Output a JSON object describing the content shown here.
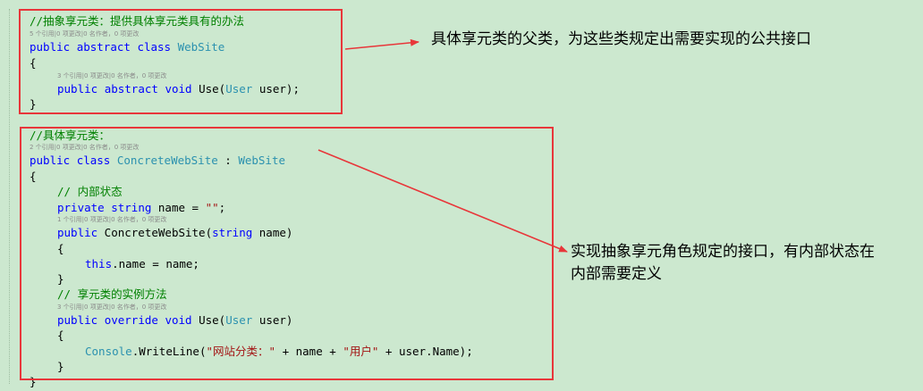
{
  "block1": {
    "comment": "//抽象享元类：提供具体享元类具有的办法",
    "meta_class": "5 个引用|0 项更改|0 名作者，0 项更改",
    "class_kw1": "public",
    "class_kw2": "abstract",
    "class_kw3": "class",
    "class_name": "WebSite",
    "open_brace": "{",
    "meta_method": "3 个引用|0 项更改|0 名作者，0 项更改",
    "method_kw1": "public",
    "method_kw2": "abstract",
    "method_kw3": "void",
    "method_name": "Use(",
    "param_type": "User",
    "param_rest": " user);",
    "close_brace": "}"
  },
  "block2": {
    "comment": "//具体享元类：",
    "meta_class": "2 个引用|0 项更改|0 名作者，0 项更改",
    "class_kw1": "public",
    "class_kw2": "class",
    "class_name": "ConcreteWebSite",
    "class_sep": " : ",
    "base_name": "WebSite",
    "open_brace": "{",
    "comment_state": "// 内部状态",
    "field_kw1": "private",
    "field_kw2": "string",
    "field_rest": " name = ",
    "field_str": "\"\"",
    "field_end": ";",
    "meta_ctor": "1 个引用|0 项更改|0 名作者，0 项更改",
    "ctor_kw": "public",
    "ctor_name": " ConcreteWebSite(",
    "ctor_ptype": "string",
    "ctor_prest": " name)",
    "ctor_open": "{",
    "ctor_this": "this",
    "ctor_body": ".name = name;",
    "ctor_close": "}",
    "comment_method": "// 享元类的实例方法",
    "meta_method": "3 个引用|0 项更改|0 名作者，0 项更改",
    "method_kw1": "public",
    "method_kw2": "override",
    "method_kw3": "void",
    "method_name": " Use(",
    "method_ptype": "User",
    "method_prest": " user)",
    "method_open": "{",
    "console_type": "Console",
    "console_call": ".WriteLine(",
    "console_str1": "\"网站分类：\"",
    "console_mid": " + name + ",
    "console_str2": "\"用户\"",
    "console_end": " + user.Name);",
    "method_close": "}",
    "close_brace": "}"
  },
  "annotations": {
    "note1": "具体享元类的父类，为这些类规定出需要实现的公共接口",
    "note2_line1": "实现抽象享元角色规定的接口，有内部状态在",
    "note2_line2": "内部需要定义"
  },
  "colors": {
    "background": "#cce8cf",
    "keyword": "#0000ff",
    "type": "#2b91af",
    "comment": "#008000",
    "string": "#a31515",
    "highlight_box": "#e8363a"
  }
}
